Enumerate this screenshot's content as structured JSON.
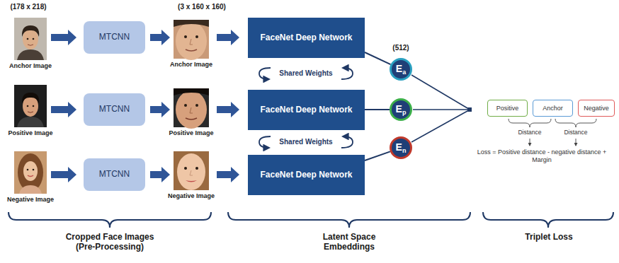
{
  "diagram": {
    "nodes": [
      {
        "text": [
          "MTCNN"
        ]
      },
      {
        "text": [
          "FaceNet Deep Network"
        ]
      },
      {
        "text": [
          "E",
          "a"
        ]
      },
      {
        "text": [
          "MTCNN"
        ]
      },
      {
        "text": [
          "FaceNet Deep Network"
        ]
      },
      {
        "text": [
          "E",
          "p"
        ]
      },
      {
        "text": [
          "Positive"
        ]
      },
      {
        "text": [
          "Anchor"
        ]
      },
      {
        "text": [
          "Negative"
        ]
      },
      {
        "text": [
          "MTCNN"
        ]
      },
      {
        "text": [
          "FaceNet Deep Network"
        ]
      },
      {
        "text": [
          "E",
          "n"
        ]
      }
    ],
    "edges": [
      {
        "from": 1,
        "to": 2,
        "arrow": "none"
      },
      {
        "from": 4,
        "to": 5,
        "arrow": "none"
      },
      {
        "from": 10,
        "to": 11,
        "arrow": "none"
      }
    ],
    "labels": [
      "(178 x 218)",
      "(3 x 160 x 160)",
      "Anchor Image",
      "Anchor Image",
      "(512)",
      "Shared Weights",
      "Positive Image",
      "Positive Image",
      "Distance",
      "Distance",
      "Loss = Positive distance - negative distance + Margin",
      "Shared Weights",
      "Negative Image",
      "Negative Image",
      "Cropped Face Images (Pre-Processing)",
      "Latent Space Embeddings",
      "Triplet Loss"
    ]
  }
}
